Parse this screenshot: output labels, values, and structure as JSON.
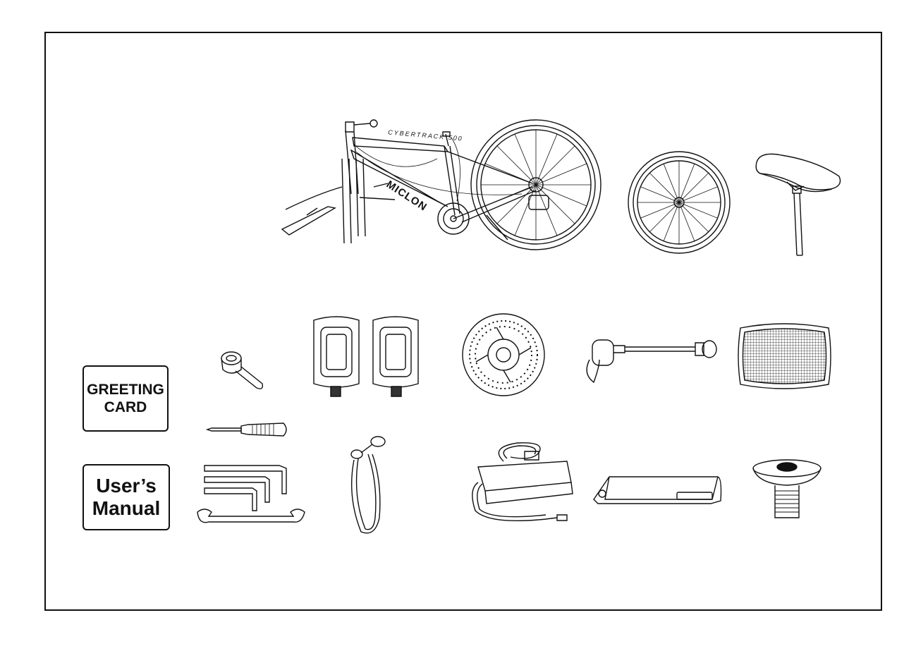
{
  "bike": {
    "brand_logo": "MICLON",
    "frame_model_text": "CYBERTRACK 500"
  },
  "greeting_card": {
    "line1": "GREETING",
    "line2": "CARD"
  },
  "users_manual": {
    "line1": "User’s",
    "line2": "Manual"
  },
  "battery": {
    "label": ""
  },
  "colors": {
    "ink": "#111111",
    "paper": "#ffffff"
  }
}
